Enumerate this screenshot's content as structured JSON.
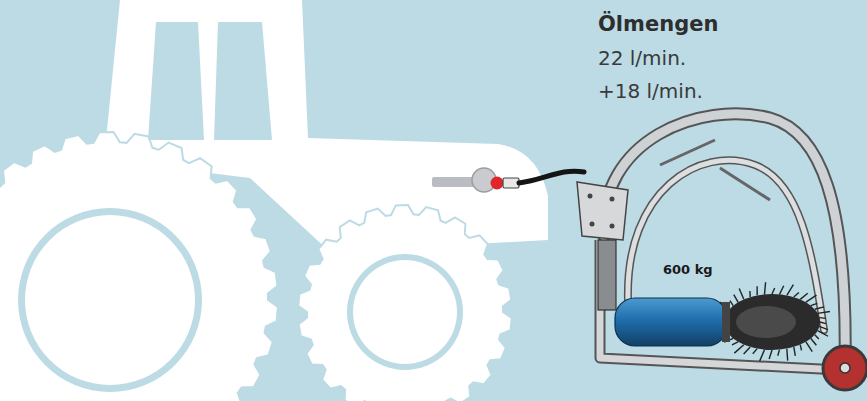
{
  "diagram": {
    "labels": [
      "Ölmengen",
      "22 l/min.",
      "+18 l/min.",
      "600 kg"
    ]
  }
}
